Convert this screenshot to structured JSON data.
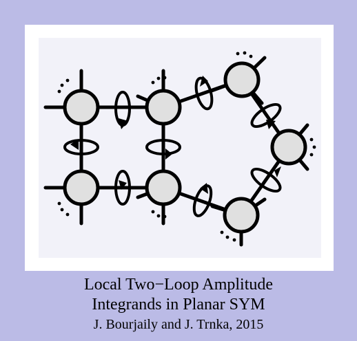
{
  "poster": {
    "title_line1": "Local Two−Loop Amplitude",
    "title_line2": "Integrands in Planar SYM",
    "byline": "J. Bourjaily and J. Trnka, 2015"
  },
  "colors": {
    "background": "#bbbbe6",
    "panel": "#ffffff",
    "plot_area": "#f2f2f9",
    "vertex_fill": "#e0e0e0",
    "ink": "#000000"
  }
}
